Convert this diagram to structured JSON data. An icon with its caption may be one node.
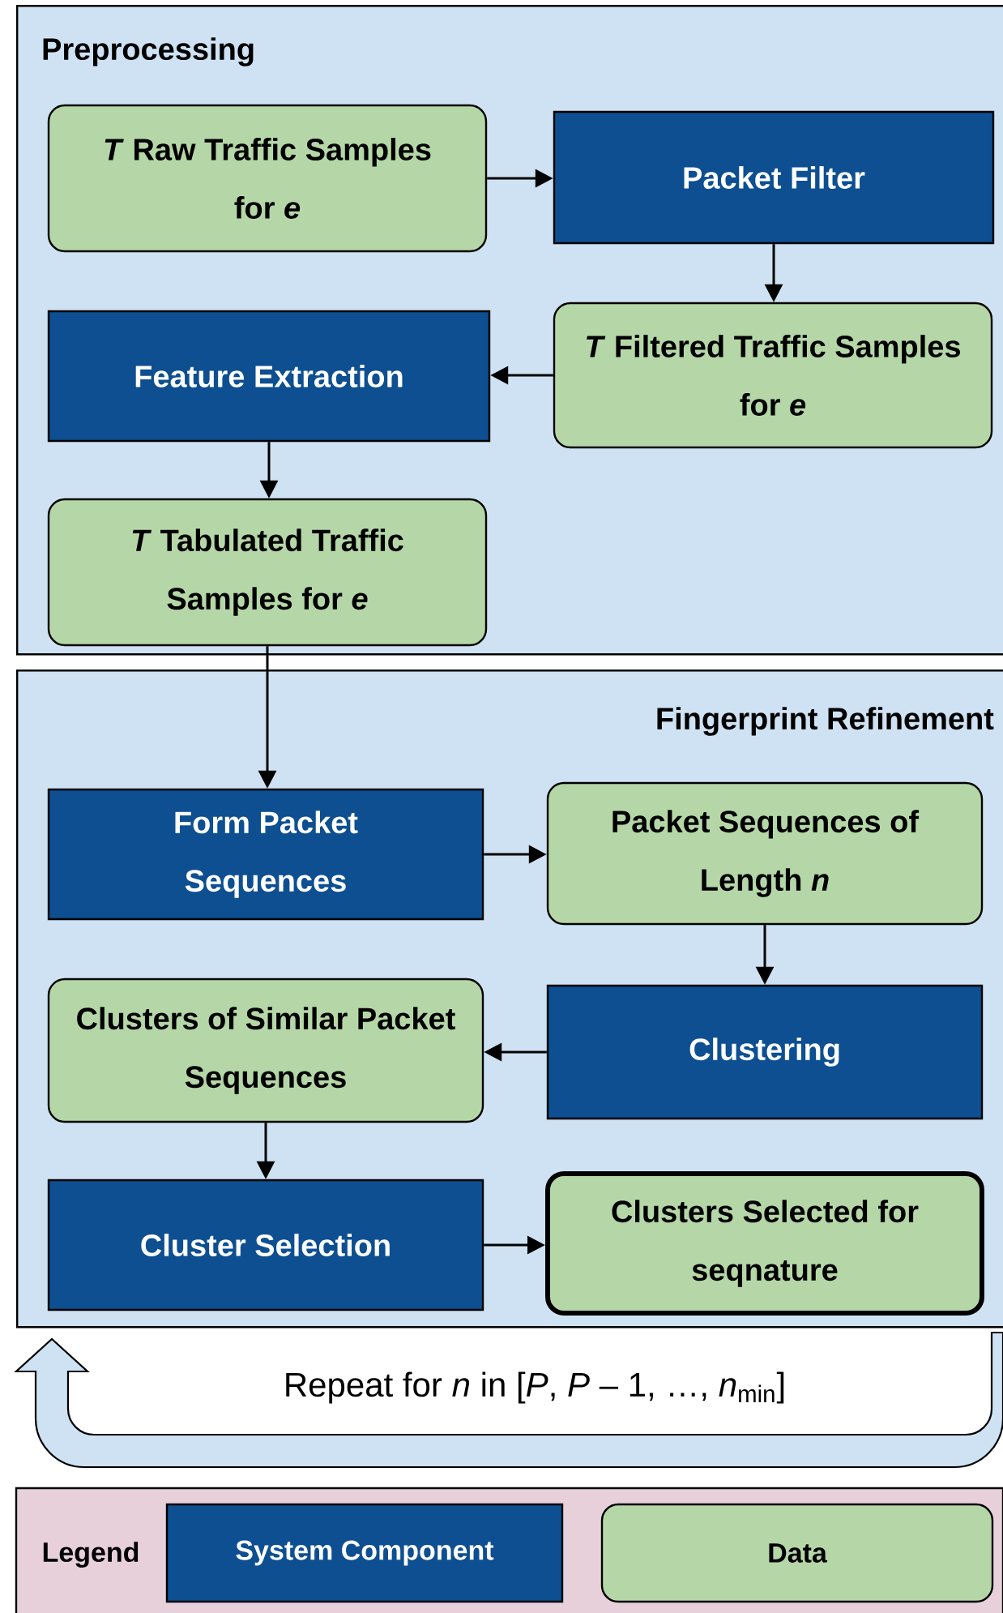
{
  "diagram": {
    "nodes": [
      {
        "text": [
          "Preprocessing"
        ]
      },
      {
        "text": [
          "*T* Raw Traffic Samples for *e*"
        ],
        "in": 0
      },
      {
        "text": [
          "Packet Filter"
        ],
        "in": 0
      },
      {
        "text": [
          "*T* Filtered Traffic Samples for *e*"
        ],
        "in": 0
      },
      {
        "text": [
          "Feature Extraction"
        ],
        "in": 0
      },
      {
        "text": [
          "*T* Tabulated Traffic Samples for *e*"
        ],
        "in": 0
      },
      {
        "text": [
          "Fingerprint Refinement"
        ]
      },
      {
        "text": [
          "Form Packet Sequences"
        ],
        "in": 6
      },
      {
        "text": [
          "Packet Sequences of Length *n*"
        ],
        "in": 6
      },
      {
        "text": [
          "Clustering"
        ],
        "in": 6
      },
      {
        "text": [
          "Clusters of Similar Packet Sequences"
        ],
        "in": 6
      },
      {
        "text": [
          "Cluster Selection"
        ],
        "in": 6
      },
      {
        "text": [
          "Clusters Selected for seqnature"
        ],
        "in": 6
      },
      {
        "text": [
          "Repeat for *n* in [*P*, *P* – 1, …, *n*$_{min}$]"
        ]
      }
    ],
    "edges": [
      {
        "from": 1,
        "to": 2,
        "arrow": "to"
      },
      {
        "from": 2,
        "to": 3,
        "arrow": "to"
      },
      {
        "from": 3,
        "to": 4,
        "arrow": "to"
      },
      {
        "from": 4,
        "to": 5,
        "arrow": "to"
      },
      {
        "from": 5,
        "to": 7,
        "arrow": "to"
      },
      {
        "from": 7,
        "to": 8,
        "arrow": "to"
      },
      {
        "from": 8,
        "to": 9,
        "arrow": "to"
      },
      {
        "from": 9,
        "to": 10,
        "arrow": "to"
      },
      {
        "from": 10,
        "to": 11,
        "arrow": "to"
      },
      {
        "from": 11,
        "to": 12,
        "arrow": "to"
      }
    ],
    "labels": [
      "Legend"
    ],
    "legend": [
      {
        "text": "System Component",
        "color": "#0d4f91"
      },
      {
        "text": "Data",
        "color": "#b5d7a8"
      }
    ]
  }
}
